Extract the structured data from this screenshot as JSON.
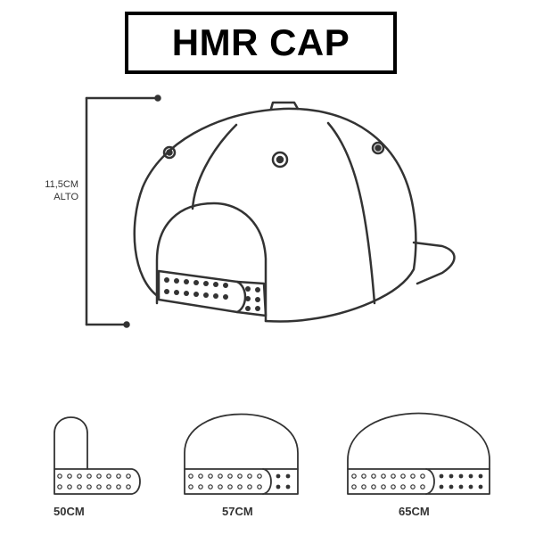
{
  "title": "HMR CAP",
  "dimension": {
    "value": "11,5CM",
    "note": "ALTO"
  },
  "sizes": [
    {
      "label": "50CM"
    },
    {
      "label": "57CM"
    },
    {
      "label": "65CM"
    }
  ],
  "colors": {
    "stroke": "#333333",
    "title_border": "#000000",
    "background": "#ffffff"
  }
}
